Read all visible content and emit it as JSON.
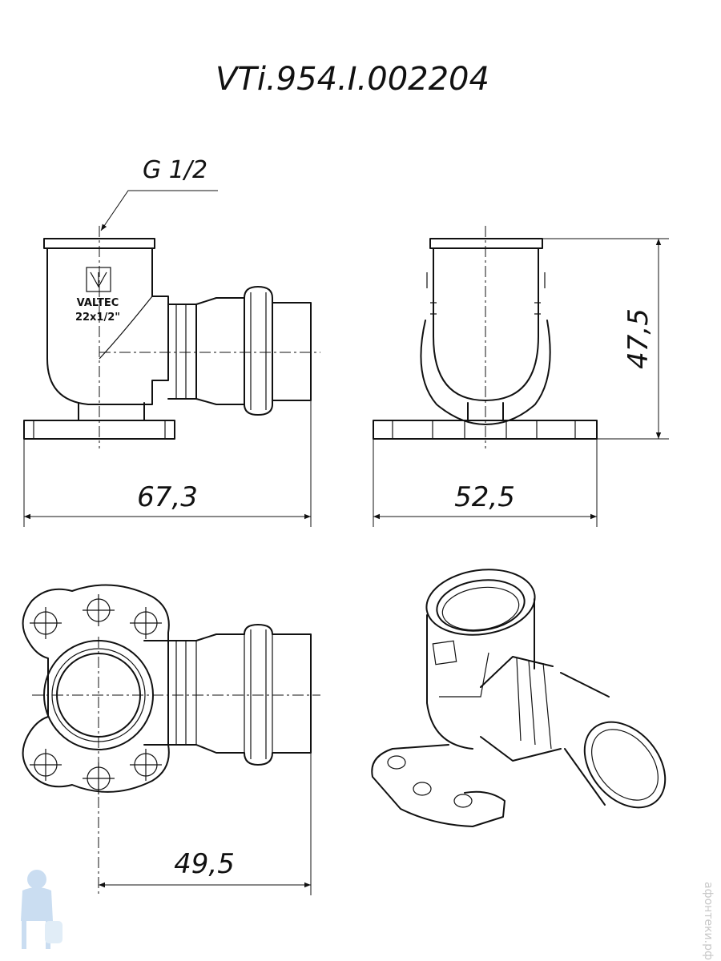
{
  "drawing": {
    "code": "VTi.954.I.002204",
    "thread_label": "G 1/2",
    "brand": "VALTEC",
    "size_label": "22x1/2\"",
    "dimensions": {
      "length": "67,3",
      "width": "52,5",
      "height": "47,5",
      "hole_spacing": "49,5"
    },
    "watermark": "афонтеки.рф"
  }
}
